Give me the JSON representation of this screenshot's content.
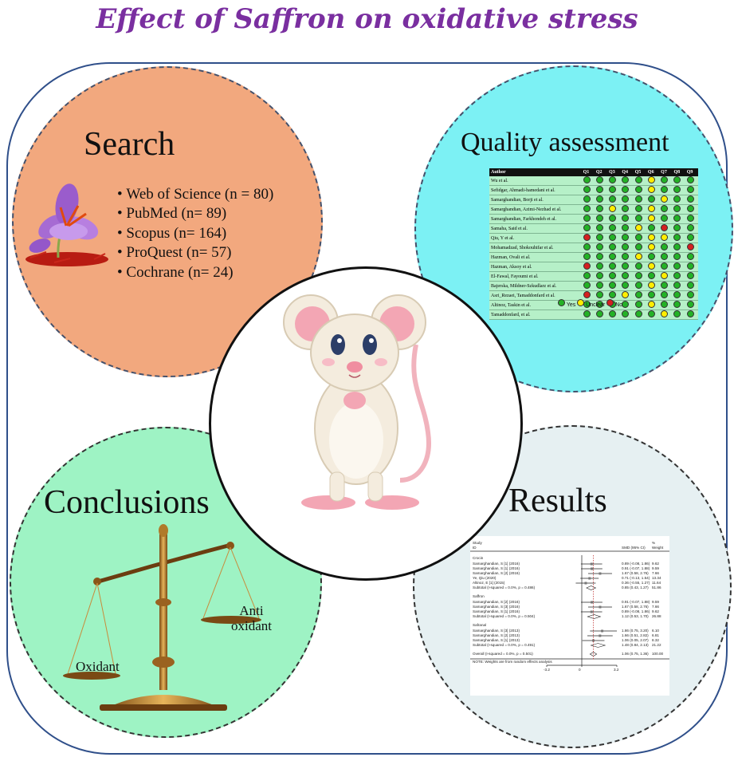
{
  "title": "Effect of Saffron on oxidative stress",
  "sections": {
    "search": {
      "heading": "Search",
      "databases": [
        "Web of Science (n = 80)",
        "PubMed (n= 89)",
        "Scopus (n= 164)",
        "ProQuest (n= 57)",
        "Cochrane (n= 24)"
      ]
    },
    "quality": {
      "heading": "Quality assessment"
    },
    "conclusions": {
      "heading": "Conclusions",
      "left_pan_label": "Oxidant",
      "right_pan_label_1": "Anti",
      "right_pan_label_2": "oxidant"
    },
    "results": {
      "heading": "Results"
    }
  },
  "quality_table": {
    "author_header": "Author",
    "question_headers": [
      "Q1",
      "Q2",
      "Q3",
      "Q4",
      "Q5",
      "Q6",
      "Q7",
      "Q8",
      "Q9"
    ],
    "rows": [
      {
        "author": "Wu et al.",
        "ratings": [
          "Y",
          "Y",
          "Y",
          "Y",
          "Y",
          "U",
          "Y",
          "Y",
          "Y"
        ]
      },
      {
        "author": "Sefidgar, Ahmadi-hamedani et al.",
        "ratings": [
          "Y",
          "Y",
          "Y",
          "Y",
          "Y",
          "U",
          "Y",
          "Y",
          "Y"
        ]
      },
      {
        "author": "Samarghandian, Borji et al.",
        "ratings": [
          "Y",
          "Y",
          "Y",
          "Y",
          "Y",
          "Y",
          "U",
          "Y",
          "Y"
        ]
      },
      {
        "author": "Samarghandian, Azimi-Nezhad et al.",
        "ratings": [
          "Y",
          "Y",
          "U",
          "Y",
          "Y",
          "U",
          "Y",
          "Y",
          "Y"
        ]
      },
      {
        "author": "Samarghandian, Farkhondeh et al.",
        "ratings": [
          "Y",
          "Y",
          "Y",
          "Y",
          "Y",
          "U",
          "Y",
          "Y",
          "Y"
        ]
      },
      {
        "author": "Samaha, Said et al.",
        "ratings": [
          "Y",
          "Y",
          "Y",
          "Y",
          "U",
          "Y",
          "N",
          "Y",
          "Y"
        ]
      },
      {
        "author": "Qiu, Y et al.",
        "ratings": [
          "N",
          "Y",
          "Y",
          "Y",
          "Y",
          "U",
          "U",
          "Y",
          "Y"
        ]
      },
      {
        "author": "Mohamadzad, Shokouhifar et al.",
        "ratings": [
          "Y",
          "Y",
          "Y",
          "Y",
          "Y",
          "U",
          "Y",
          "Y",
          "N"
        ]
      },
      {
        "author": "Hazman, Ovali et al.",
        "ratings": [
          "Y",
          "Y",
          "Y",
          "Y",
          "U",
          "Y",
          "Y",
          "Y",
          "Y"
        ]
      },
      {
        "author": "Hazman, Aksoy et al.",
        "ratings": [
          "N",
          "Y",
          "Y",
          "Y",
          "Y",
          "U",
          "Y",
          "Y",
          "Y"
        ]
      },
      {
        "author": "El-Fawal, Fayoumi et al.",
        "ratings": [
          "Y",
          "Y",
          "Y",
          "Y",
          "Y",
          "Y",
          "U",
          "Y",
          "Y"
        ]
      },
      {
        "author": "Bajerska, Mildner-Szkudlarz et al.",
        "ratings": [
          "Y",
          "Y",
          "Y",
          "Y",
          "Y",
          "U",
          "Y",
          "Y",
          "Y"
        ]
      },
      {
        "author": "Asri_Rezaei, Tamaddonfard et al.",
        "ratings": [
          "N",
          "Y",
          "Y",
          "U",
          "Y",
          "Y",
          "Y",
          "Y",
          "Y"
        ]
      },
      {
        "author": "Altinoz, Taskin et al.",
        "ratings": [
          "Y",
          "Y",
          "Y",
          "Y",
          "Y",
          "U",
          "Y",
          "Y",
          "Y"
        ]
      },
      {
        "author": "Tamaddonfard, et al.",
        "ratings": [
          "Y",
          "Y",
          "Y",
          "Y",
          "Y",
          "Y",
          "U",
          "Y",
          "Y"
        ]
      }
    ],
    "legend": {
      "yes": "Yes",
      "unclear": "Unclear",
      "no": "No"
    },
    "colors": {
      "Y": "#23b226",
      "U": "#ffee00",
      "N": "#d42020"
    }
  },
  "forest_plot": {
    "header_left_1": "Study",
    "header_left_2": "ID",
    "header_mid": "SMD (95% CI)",
    "header_right_1": "%",
    "header_right_2": "Weight",
    "groups": [
      {
        "name": "Crocin",
        "rows": [
          {
            "study": "Samarghandian, S [1] (2016)",
            "ci": "0.89 (-0.08, 1.86)",
            "weight": "9.62",
            "est": 0.89,
            "lo": -0.08,
            "hi": 1.86
          },
          {
            "study": "Samarghandian, S [1] (2016)",
            "ci": "0.91 (-0.07, 1.88)",
            "weight": "9.59",
            "est": 0.91,
            "lo": -0.07,
            "hi": 1.88
          },
          {
            "study": "Samarghandian, S [2] (2016)",
            "ci": "1.67 (0.58, 2.76)",
            "weight": "7.66",
            "est": 1.67,
            "lo": 0.58,
            "hi": 2.76
          },
          {
            "study": "Ye, Qiu (2020)",
            "ci": "0.71 (-0.13, 1.54)",
            "weight": "13.34",
            "est": 0.71,
            "lo": -0.13,
            "hi": 1.54
          },
          {
            "study": "Altinoz, E [1] (2015)",
            "ci": "0.36 (-0.55, 1.27)",
            "weight": "11.64",
            "est": 0.36,
            "lo": -0.55,
            "hi": 1.27
          }
        ],
        "subtotal": {
          "label": "Subtotal  (I-squared = 0.0%, p = 0.486)",
          "ci": "0.85 (0.43, 1.27)",
          "weight": "51.86",
          "est": 0.85,
          "lo": 0.43,
          "hi": 1.27
        }
      },
      {
        "name": "Saffron",
        "rows": [
          {
            "study": "Samarghandian, S [2] (2016)",
            "ci": "0.91 (-0.07, 1.88)",
            "weight": "9.59",
            "est": 0.91,
            "lo": -0.07,
            "hi": 1.88
          },
          {
            "study": "Samarghandian, S [3] (2016)",
            "ci": "1.67 (0.58, 2.76)",
            "weight": "7.66",
            "est": 1.67,
            "lo": 0.58,
            "hi": 2.76
          },
          {
            "study": "Samarghandian, S [1] (2016)",
            "ci": "0.89 (-0.08, 1.86)",
            "weight": "9.62",
            "est": 0.89,
            "lo": -0.08,
            "hi": 1.86
          }
        ],
        "subtotal": {
          "label": "Subtotal  (I-squared = 0.0%, p = 0.504)",
          "ci": "1.12 (0.53, 1.70)",
          "weight": "26.88",
          "est": 1.12,
          "lo": 0.53,
          "hi": 1.7
        }
      },
      {
        "name": "Safranal",
        "rows": [
          {
            "study": "Samarghandian, S [3] (2013)",
            "ci": "1.86 (0.75, 3.20)",
            "weight": "6.10",
            "est": 1.86,
            "lo": 0.75,
            "hi": 3.2
          },
          {
            "study": "Samarghandian, S [2] (2013)",
            "ci": "1.66 (0.51, 2.82)",
            "weight": "6.81",
            "est": 1.66,
            "lo": 0.51,
            "hi": 2.82
          },
          {
            "study": "Samarghandian, S [1] (2013)",
            "ci": "1.06 (0.05, 2.07)",
            "weight": "8.32",
            "est": 1.06,
            "lo": 0.05,
            "hi": 2.07
          }
        ],
        "subtotal": {
          "label": "Subtotal  (I-squared = 0.0%, p = 0.491)",
          "ci": "1.48 (0.84, 2.13)",
          "weight": "21.22",
          "est": 1.48,
          "lo": 0.84,
          "hi": 2.13
        }
      }
    ],
    "overall": {
      "label": "Overall  (I-squared = 0.0%, p = 0.501)",
      "ci": "1.06 (0.75, 1.36)",
      "weight": "100.00",
      "est": 1.06,
      "lo": 0.75,
      "hi": 1.36
    },
    "note": "NOTE: Weights are from random effects analysis",
    "axis_ticks": [
      "-3.2",
      "0",
      "3.2"
    ],
    "axis_values": [
      -3.2,
      0,
      3.2
    ]
  }
}
